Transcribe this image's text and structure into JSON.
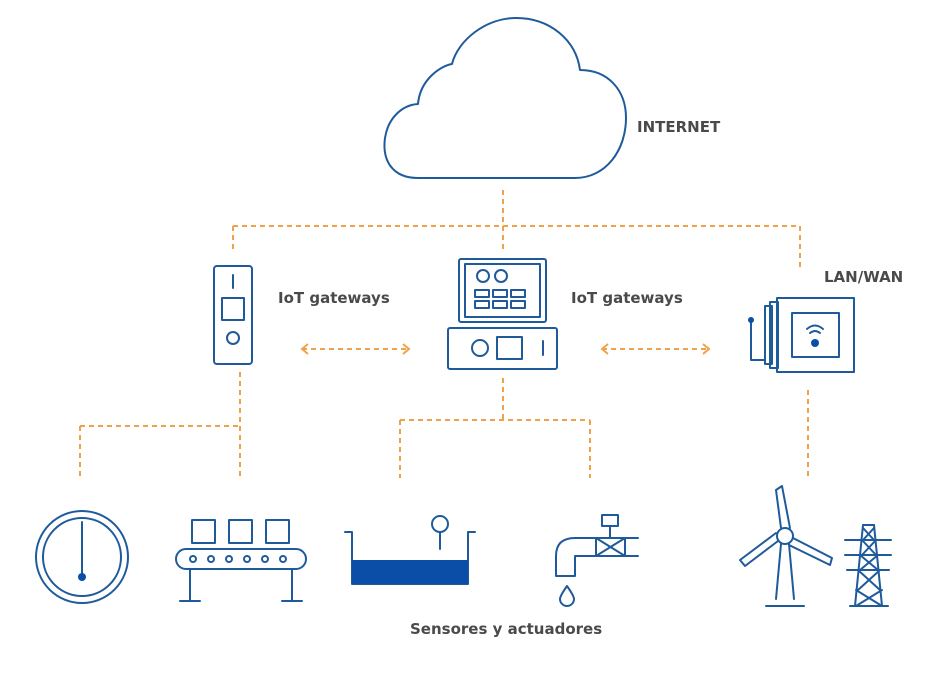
{
  "labels": {
    "internet": "INTERNET",
    "gateway_left": "IoT gateways",
    "gateway_right": "IoT gateways",
    "lan_wan": "LAN/WAN",
    "sensors": "Sensores y actuadores"
  },
  "colors": {
    "line": "#1f5b9b",
    "accent_fill": "#0a4ea8",
    "connector": "#f0a24a",
    "text": "#4a4a4a"
  },
  "icons": [
    "cloud-icon",
    "gateway-device-icon",
    "control-panel-icon",
    "wireless-router-icon",
    "gauge-icon",
    "conveyor-belt-icon",
    "tank-level-icon",
    "valve-faucet-icon",
    "wind-turbine-icon",
    "power-tower-icon"
  ]
}
